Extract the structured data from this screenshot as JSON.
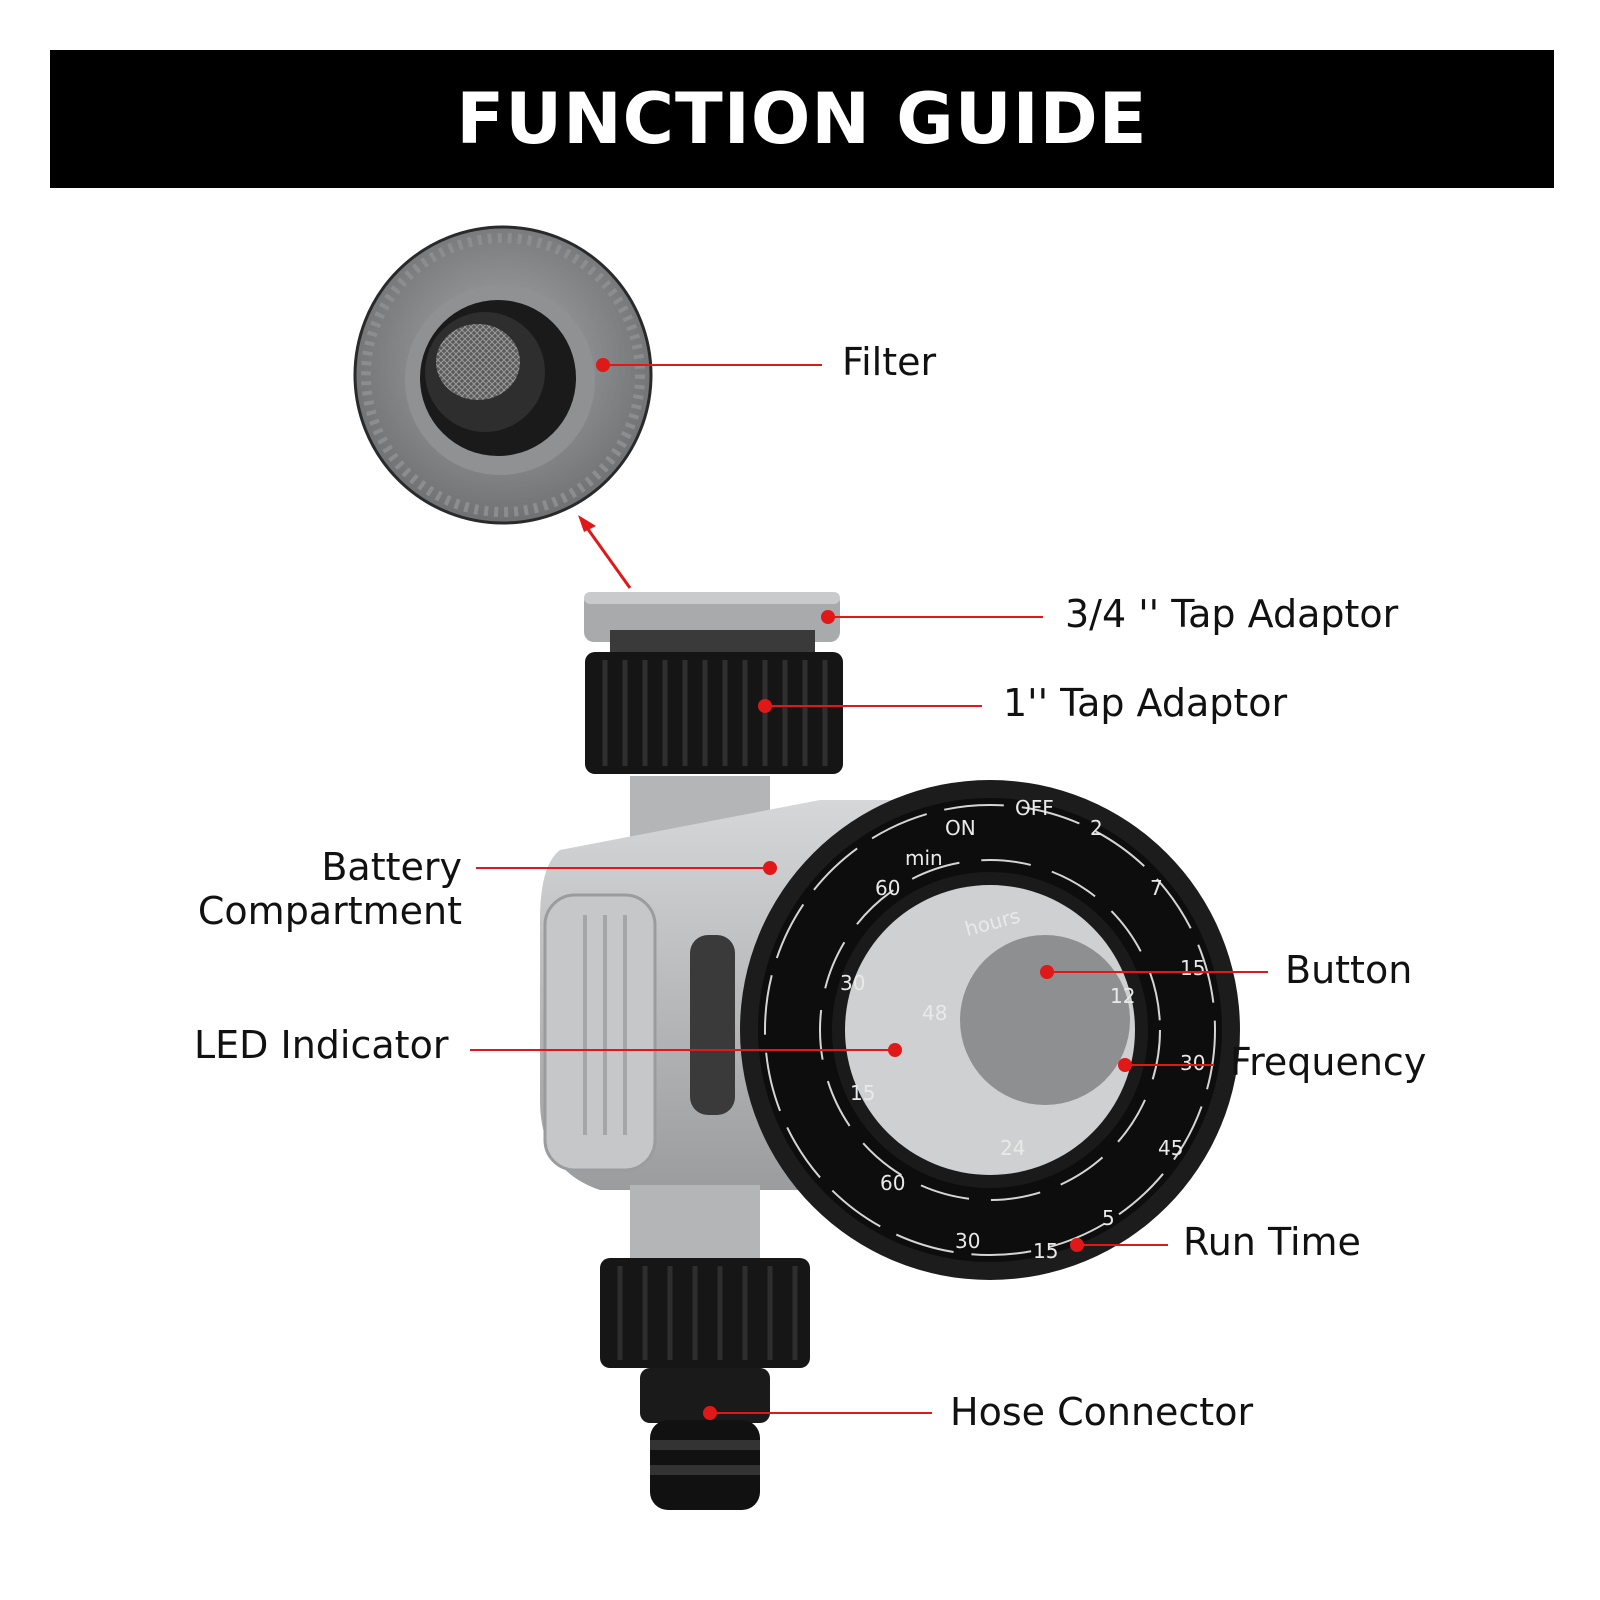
{
  "banner": {
    "title": "FUNCTION GUIDE"
  },
  "callouts": {
    "filter": "Filter",
    "tap_adaptor_34": "3/4 '' Tap Adaptor",
    "tap_adaptor_1": "1'' Tap Adaptor",
    "battery_line1": "Battery",
    "battery_line2": "Compartment",
    "led_indicator": "LED Indicator",
    "button": "Button",
    "frequency": "Frequency",
    "run_time": "Run Time",
    "hose_connector": "Hose Connector"
  },
  "dial": {
    "outer_ring": {
      "off": "OFF",
      "on": "ON",
      "min": "min",
      "hours": "hours"
    },
    "inner_ring": [
      "48",
      "12",
      "24"
    ],
    "frequency_ticks": [
      "2",
      "7",
      "15",
      "30",
      "45",
      "5"
    ],
    "run_time_ticks": [
      "60",
      "30",
      "15",
      "60",
      "30",
      "15"
    ]
  },
  "colors": {
    "accent": "#e01818",
    "banner_bg": "#000000",
    "body_grey": "#b9bbbc",
    "dark_grey": "#3a3a3a"
  }
}
